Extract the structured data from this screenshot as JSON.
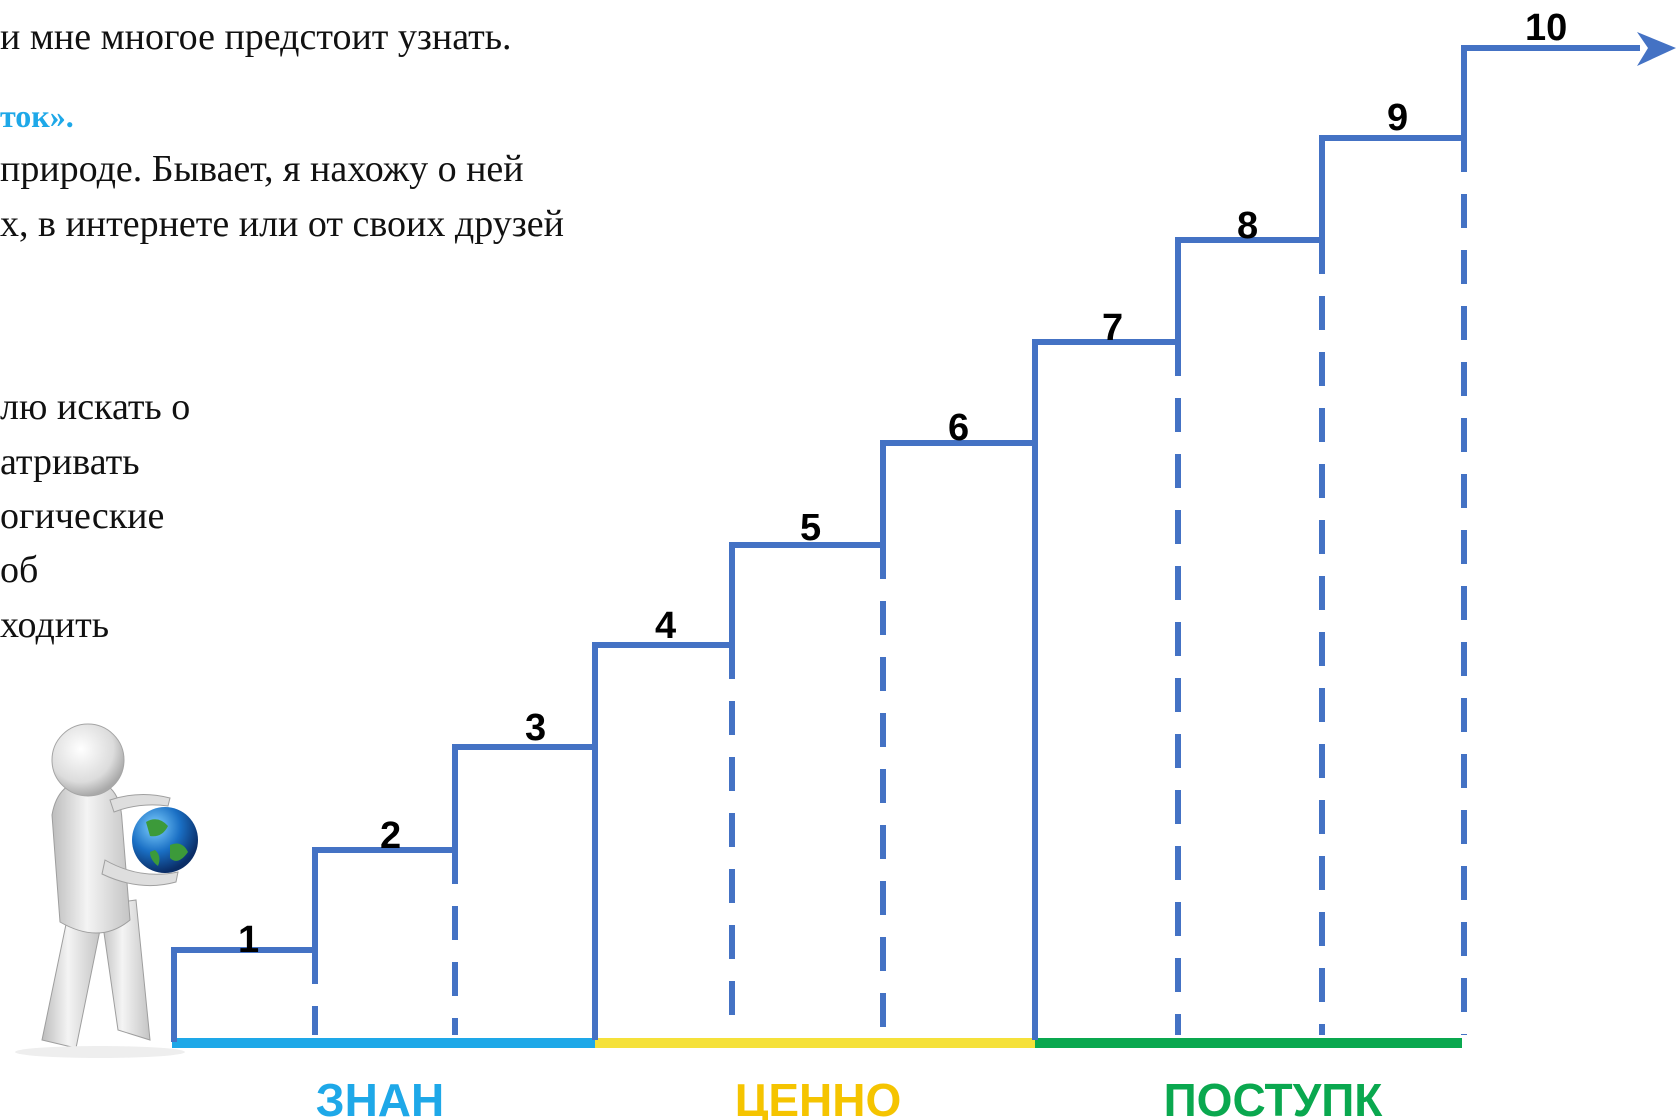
{
  "text": {
    "line1": "и мне многое предстоит узнать.",
    "line2": "ток».",
    "line3": "природе. Бывает, я нахожу о ней",
    "line4": "х, в интернете или от своих друзей",
    "line5": "лю искать о",
    "line6": "атривать",
    "line7": "огические",
    "line8": "об",
    "line9": "ходить"
  },
  "steps": [
    "1",
    "2",
    "3",
    "4",
    "5",
    "6",
    "7",
    "8",
    "9",
    "10"
  ],
  "segments": [
    {
      "label": "ЗНАН",
      "color": "#1ea8e8"
    },
    {
      "label": "ЦЕННО",
      "color": "#f5c400"
    },
    {
      "label": "ПОСТУПК",
      "color": "#0aa84f"
    }
  ],
  "colors": {
    "stair": "#4472c4",
    "text_accent": "#1ea8e8"
  },
  "figure": {
    "person": "3d-person-figure",
    "globe": "globe-icon"
  }
}
